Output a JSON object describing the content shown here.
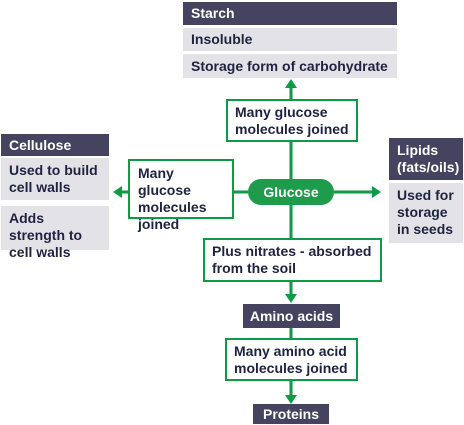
{
  "colors": {
    "header": "#45435f",
    "light": "#e3e3e7",
    "green": "#0e9a47",
    "text": "#1f2240"
  },
  "starch": {
    "title": "Starch",
    "rows": [
      "Insoluble",
      "Storage form of carbohydrate"
    ],
    "link": "Many glucose molecules joined"
  },
  "cellulose": {
    "title": "Cellulose",
    "rows": [
      "Used to build cell walls",
      "Adds strength to cell walls"
    ],
    "link": "Many glucose molecules joined"
  },
  "lipids": {
    "title": "Lipids (fats/oils)",
    "rows": [
      "Used for storage in seeds"
    ]
  },
  "glucose": {
    "label": "Glucose"
  },
  "nitrates": {
    "label": "Plus nitrates - absorbed from the soil"
  },
  "amino": {
    "title": "Amino acids",
    "link": "Many amino acid molecules joined"
  },
  "proteins": {
    "title": "Proteins"
  }
}
